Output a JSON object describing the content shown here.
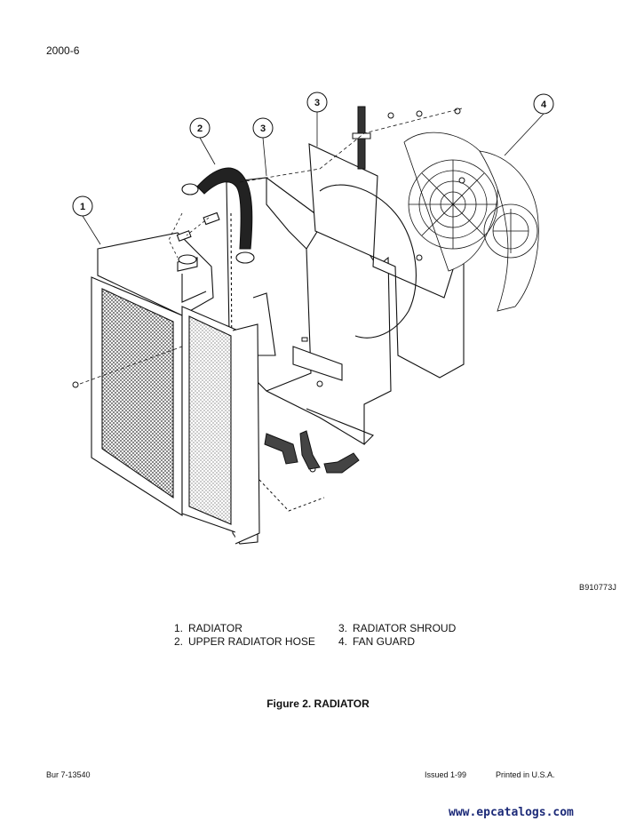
{
  "header": {
    "page_number": "2000-6"
  },
  "figure": {
    "callouts": [
      "1",
      "2",
      "3",
      "3",
      "4"
    ],
    "code": "B910773J",
    "caption": "Figure 2. RADIATOR"
  },
  "legend": {
    "items": [
      {
        "num": "1.",
        "label": "RADIATOR"
      },
      {
        "num": "2.",
        "label": "UPPER RADIATOR HOSE"
      },
      {
        "num": "3.",
        "label": "RADIATOR SHROUD"
      },
      {
        "num": "4.",
        "label": "FAN GUARD"
      }
    ]
  },
  "footer": {
    "doc_number": "Bur 7-13540",
    "issued": "Issued 1-99",
    "printed": "Printed in U.S.A."
  },
  "watermark": "www.epcatalogs.com"
}
